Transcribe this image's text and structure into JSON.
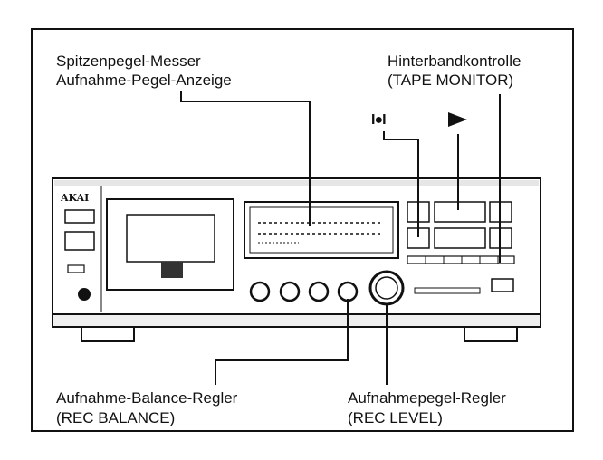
{
  "labels": {
    "peak_meter_line1": "Spitzenpegel-Messer",
    "peak_meter_line2": "Aufnahme-Pegel-Anzeige",
    "tape_monitor_line1": "Hinterbandkontrolle",
    "tape_monitor_line2": "(TAPE MONITOR)",
    "rec_balance_line1": "Aufnahme-Balance-Regler",
    "rec_balance_line2": "(REC BALANCE)",
    "rec_level_line1": "Aufnahmepegel-Regler",
    "rec_level_line2": "(REC LEVEL)",
    "rec_pause_symbol": "I●I",
    "brand": "AKAI"
  },
  "colors": {
    "ink": "#111111",
    "panel": "#ffffff",
    "shade": "#d9d9d9"
  }
}
